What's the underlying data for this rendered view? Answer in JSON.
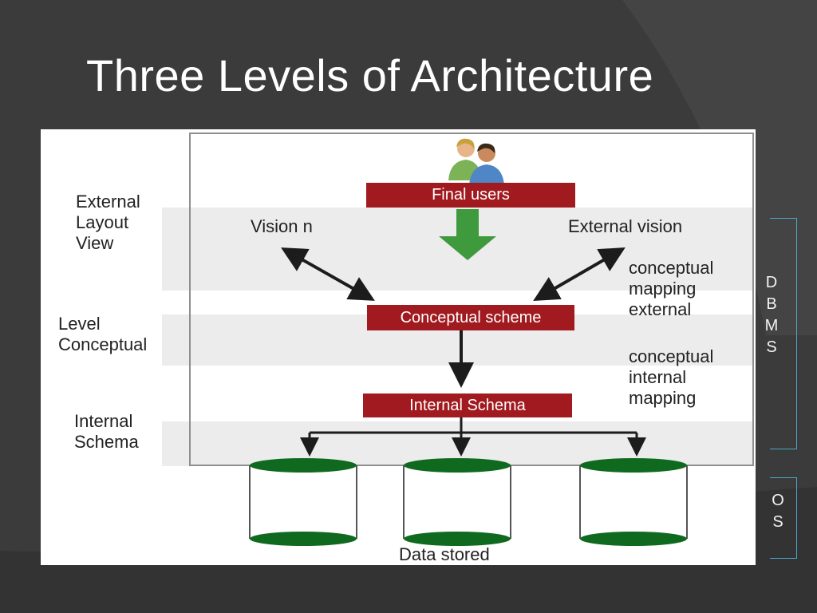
{
  "slide": {
    "title": "Three Levels of Architecture"
  },
  "levels": {
    "external": "External\nLayout\nView",
    "conceptual": "Level\nConceptual",
    "internal": "Internal\nSchema"
  },
  "boxes": {
    "final_users": "Final users",
    "conceptual_scheme": "Conceptual scheme",
    "internal_schema": "Internal Schema"
  },
  "labels": {
    "vision_n": "Vision n",
    "external_vision": "External vision",
    "mapping_external": "conceptual\nmapping\nexternal",
    "mapping_internal": "conceptual\ninternal\nmapping",
    "data_stored": "Data stored"
  },
  "side": {
    "dbms": "D\nB\nM\nS",
    "os": "O\nS"
  },
  "colors": {
    "box_red": "#a11a1f",
    "cylinder_green": "#0f6a1f",
    "arrow_green": "#3e9a3c",
    "bracket_blue": "#4aa8c8"
  },
  "icons": [
    "users-icon"
  ]
}
